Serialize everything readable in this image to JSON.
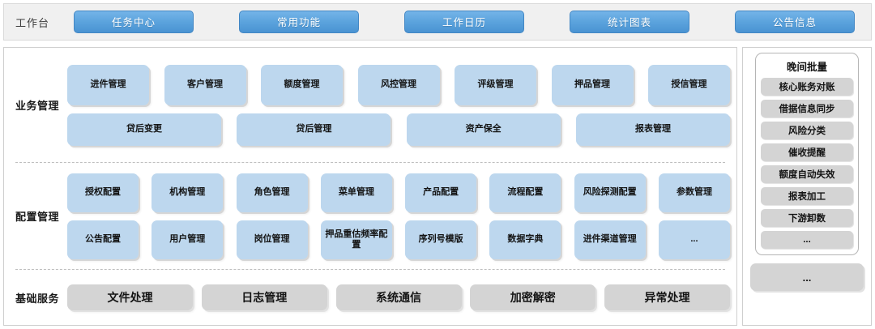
{
  "topbar": {
    "title": "工作台",
    "tabs": [
      {
        "label": "任务中心"
      },
      {
        "label": "常用功能"
      },
      {
        "label": "工作日历"
      },
      {
        "label": "统计图表"
      },
      {
        "label": "公告信息"
      }
    ]
  },
  "sections": [
    {
      "key": "business",
      "label": "业务管理",
      "rows": [
        [
          "进件管理",
          "客户管理",
          "额度管理",
          "风控管理",
          "评级管理",
          "押品管理",
          "授信管理"
        ],
        [
          "贷后变更",
          "贷后管理",
          "资产保全",
          "报表管理"
        ]
      ]
    },
    {
      "key": "config",
      "label": "配置管理",
      "rows": [
        [
          "授权配置",
          "机构管理",
          "角色管理",
          "菜单管理",
          "产品配置",
          "流程配置",
          "风险探测配置",
          "参数管理"
        ],
        [
          "公告配置",
          "用户管理",
          "岗位管理",
          "押品重估频率配置",
          "序列号模版",
          "数据字典",
          "进件渠道管理",
          "..."
        ]
      ]
    },
    {
      "key": "base",
      "label": "基础服务",
      "rows": [
        [
          "文件处理",
          "日志管理",
          "系统通信",
          "加密解密",
          "异常处理"
        ]
      ]
    }
  ],
  "right_panel": {
    "batch": {
      "title": "晚间批量",
      "items": [
        "核心账务对账",
        "借据信息同步",
        "风险分类",
        "催收提醒",
        "额度自动失效",
        "报表加工",
        "下游卸数",
        "..."
      ]
    },
    "more_label": "..."
  },
  "colors": {
    "tab_blue": "#5ba3dd",
    "card_blue": "#bdd7ee",
    "card_gray": "#d4d4d4",
    "topbar_bg": "#f0f0f0",
    "border": "#cfcfcf"
  }
}
